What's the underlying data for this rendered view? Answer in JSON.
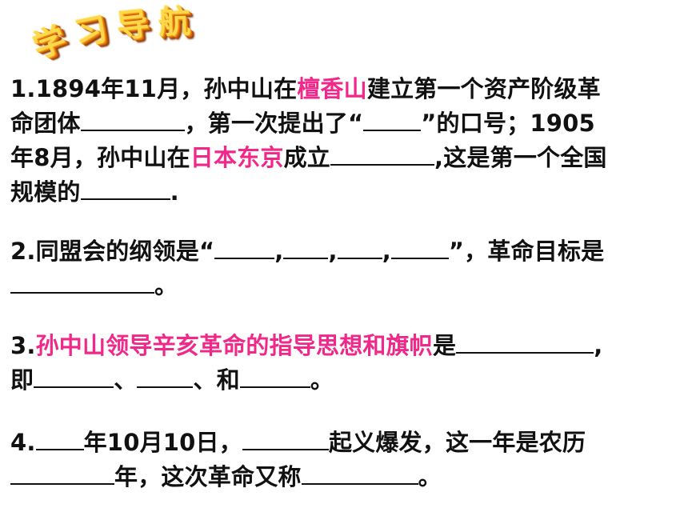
{
  "header": {
    "title_chars": [
      "学",
      "习",
      "导",
      "航"
    ]
  },
  "q1": {
    "l1_a": "1.1894年11月，孙中山在",
    "l1_hl": "檀香山",
    "l1_b": "建立第一个资产阶级革",
    "l2_a": "命团体",
    "l2_b": "，第一次提出了“",
    "l2_c": "”的口号；1905",
    "l3_a": "年8月，孙中山在",
    "l3_hl": "日本东京",
    "l3_b": "成立",
    "l3_c": ",这是第一个全国",
    "l4_a": "规模的",
    "l4_b": "."
  },
  "q2": {
    "l1_a": "2.同盟会的纲领是“",
    "sep": ",",
    "l1_b": "”，革命目标是",
    "l2_b": "。"
  },
  "q3": {
    "l1_a": "3.",
    "l1_hl": "孙中山领导辛亥革命的指导思想和旗帜",
    "l1_b": "是",
    "l1_c": ",",
    "l2_a": "即",
    "l2_b": "、",
    "l2_c": "、和",
    "l2_d": "。"
  },
  "q4": {
    "l1_a": "4.",
    "l1_b": "年10月10日，",
    "l1_c": "起义爆发，这一年是农历",
    "l2_b": "年，这次革命又称",
    "l2_c": "。"
  },
  "colors": {
    "highlight": "#f0288a",
    "text": "#111111",
    "title_fill": "#ffd84a",
    "title_shadow": "#c85a08"
  }
}
